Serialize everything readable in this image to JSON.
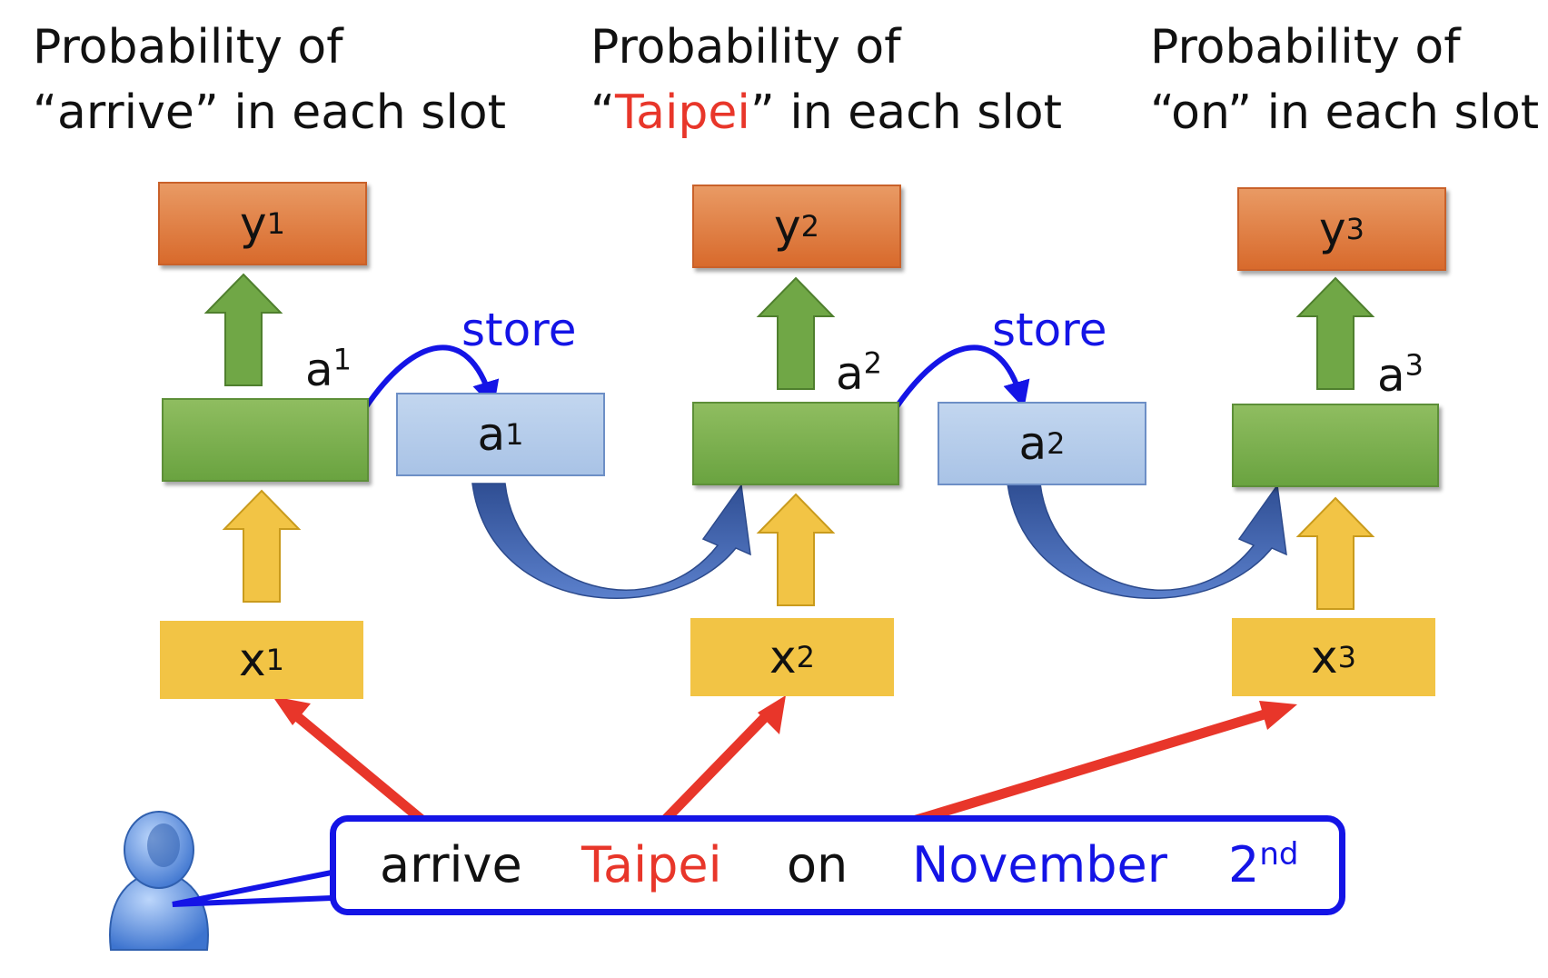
{
  "columns": [
    {
      "title_line1": "Probability of",
      "title_q_open": "“",
      "title_word": "arrive",
      "title_q_close": "”",
      "title_rest": " in each slot",
      "output": {
        "base": "y",
        "sup": "1"
      },
      "hidden_label": {
        "base": "a",
        "sup": "1"
      },
      "input": {
        "base": "x",
        "sup": "1"
      }
    },
    {
      "title_line1": "Probability of",
      "title_q_open": "“",
      "title_word": "Taipei",
      "title_q_close": "”",
      "title_rest": " in each slot",
      "output": {
        "base": "y",
        "sup": "2"
      },
      "hidden_label": {
        "base": "a",
        "sup": "2"
      },
      "input": {
        "base": "x",
        "sup": "2"
      }
    },
    {
      "title_line1": "Probability of",
      "title_q_open": "“",
      "title_word": "on",
      "title_q_close": "”",
      "title_rest": " in each slot",
      "output": {
        "base": "y",
        "sup": "3"
      },
      "hidden_label": {
        "base": "a",
        "sup": "3"
      },
      "input": {
        "base": "x",
        "sup": "3"
      }
    }
  ],
  "memory": [
    {
      "store_label": "store",
      "content": {
        "base": "a",
        "sup": "1"
      }
    },
    {
      "store_label": "store",
      "content": {
        "base": "a",
        "sup": "2"
      }
    }
  ],
  "sentence": {
    "words": [
      "arrive",
      "Taipei",
      "on",
      "November"
    ],
    "last": {
      "base": "2",
      "sup": "nd"
    }
  },
  "colors": {
    "output_box": "#e07b3c",
    "hidden_box": "#78ad4a",
    "memory_box": "#b3cbea",
    "input_box": "#f2c445",
    "store_arrow": "#1414e6",
    "word_arrow": "#e8362a",
    "highlight_word": "#e8362a",
    "slot_word": "#1414e6",
    "up_arrow_green": "#70a746",
    "up_arrow_yellow": "#f2c445",
    "recurrent_arrow": "#3d5fa8",
    "user_icon": "#4f86d8"
  },
  "icons": [
    "user-icon"
  ]
}
